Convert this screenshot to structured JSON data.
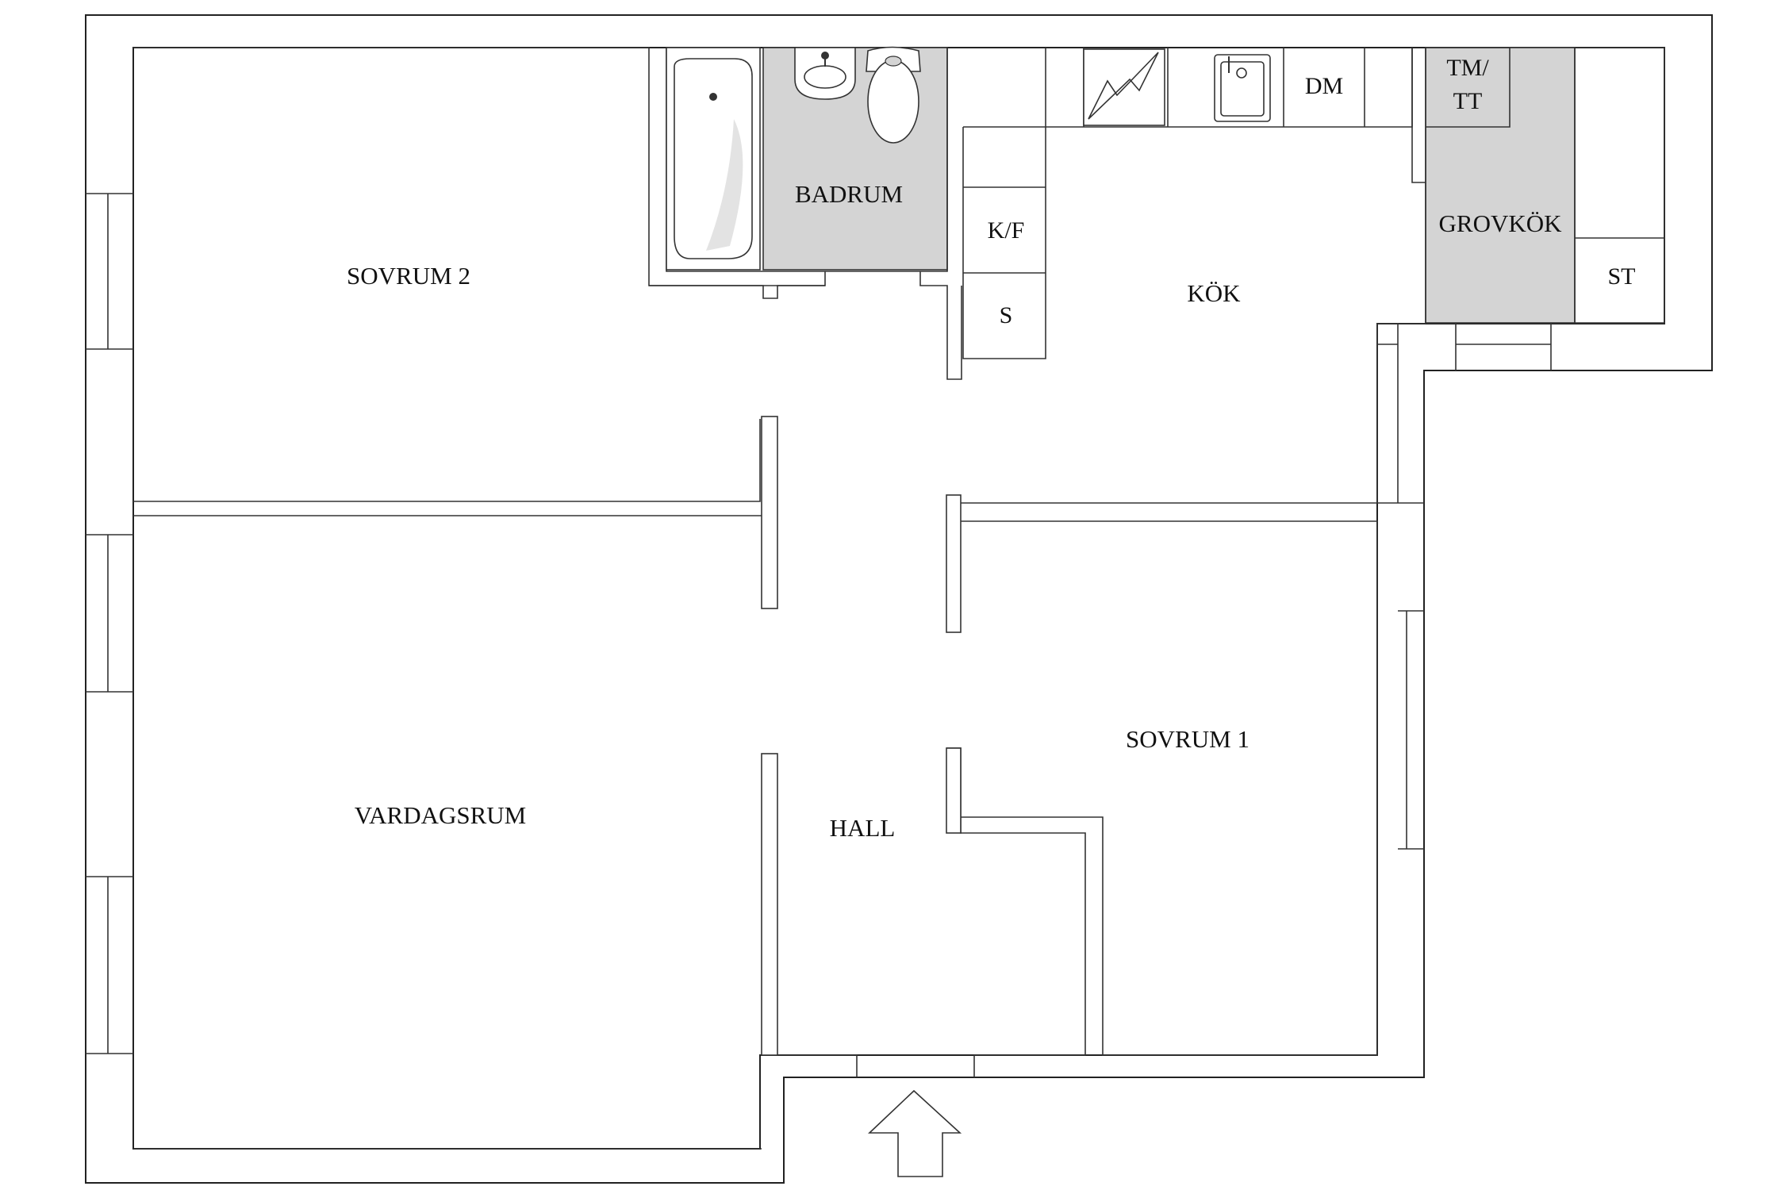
{
  "rooms": {
    "sovrum2": "SOVRUM 2",
    "badrum": "BADRUM",
    "kok": "KÖK",
    "grovkok": "GROVKÖK",
    "vardagsrum": "VARDAGSRUM",
    "hall": "HALL",
    "sovrum1": "SOVRUM 1"
  },
  "fixtures": {
    "kf": "K/F",
    "s": "S",
    "dm": "DM",
    "tm_line1": "TM/",
    "tm_line2": "TT",
    "st": "ST"
  },
  "icons": {
    "entrance": "entrance-arrow-icon",
    "stove": "stove-icon",
    "sink": "kitchen-sink-icon",
    "bathtub": "bathtub-icon",
    "washbasin": "washbasin-icon",
    "toilet": "toilet-icon"
  },
  "colors": {
    "shaded_room": "#d4d4d4",
    "wall_line": "#222222"
  }
}
